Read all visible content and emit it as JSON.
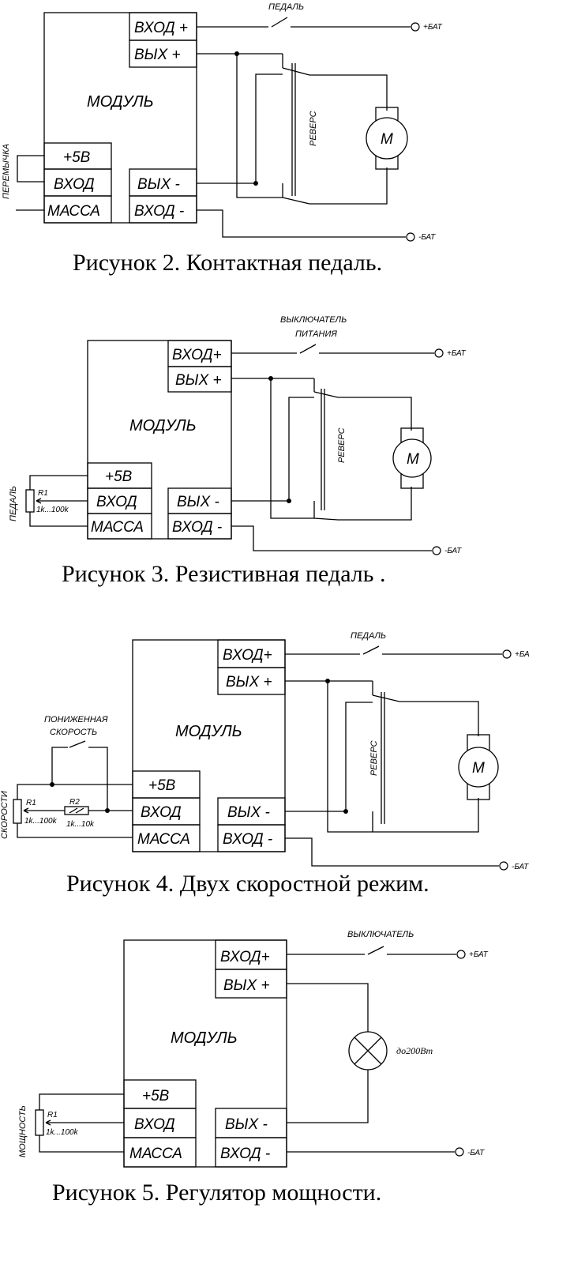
{
  "figures": [
    {
      "caption": "Рисунок 2. Контактная педаль.",
      "module": "МОДУЛЬ",
      "pins": {
        "in_plus": "ВХОД +",
        "out_plus": "ВЫХ +",
        "v5": "+5В",
        "in": "ВХОД",
        "gnd": "МАССА",
        "out_minus": "ВЫХ -",
        "in_minus": "ВХОД -"
      },
      "switch_label": "ПЕДАЛЬ",
      "bat_plus": "+БАТ",
      "bat_minus": "-БАТ",
      "reverse": "РЕВЕРС",
      "motor": "M",
      "jumper": "ПЕРЕМЫЧКА"
    },
    {
      "caption": "Рисунок 3. Резистивная педаль .",
      "module": "МОДУЛЬ",
      "pins": {
        "in_plus": "ВХОД+",
        "out_plus": "ВЫХ +",
        "v5": "+5В",
        "in": "ВХОД",
        "gnd": "МАССА",
        "out_minus": "ВЫХ -",
        "in_minus": "ВХОД -"
      },
      "switch_label_1": "ВЫКЛЮЧАТЕЛЬ",
      "switch_label_2": "ПИТАНИЯ",
      "bat_plus": "+БАТ",
      "bat_minus": "-БАТ",
      "reverse": "РЕВЕРС",
      "motor": "M",
      "pot_side": "ПЕДАЛЬ",
      "r1": "R1",
      "r1_val": "1k...100k"
    },
    {
      "caption": "Рисунок 4. Двух скоростной режим.",
      "module": "МОДУЛЬ",
      "pins": {
        "in_plus": "ВХОД+",
        "out_plus": "ВЫХ +",
        "v5": "+5В",
        "in": "ВХОД",
        "gnd": "МАССА",
        "out_minus": "ВЫХ -",
        "in_minus": "ВХОД -"
      },
      "switch_label": "ПЕДАЛЬ",
      "bat_plus": "+БА",
      "bat_minus": "-БАТ",
      "reverse": "РЕВЕРС",
      "motor": "M",
      "low_1": "ПОНИЖЕННАЯ",
      "low_2": "СКОРОСТЬ",
      "pot_side": "СКОРОСТИ",
      "r1": "R1",
      "r1_val": "1k...100k",
      "r2": "R2",
      "r2_val": "1k...10k"
    },
    {
      "caption": "Рисунок 5. Регулятор мощности.",
      "module": "МОДУЛЬ",
      "pins": {
        "in_plus": "ВХОД+",
        "out_plus": "ВЫХ +",
        "v5": "+5В",
        "in": "ВХОД",
        "gnd": "МАССА",
        "out_minus": "ВЫХ -",
        "in_minus": "ВХОД -"
      },
      "switch_label": "ВЫКЛЮЧАТЕЛЬ",
      "bat_plus": "+БАТ",
      "bat_minus": "-БАТ",
      "lamp": "до200Вт",
      "pot_side": "МОЩНОСТЬ",
      "r1": "R1",
      "r1_val": "1k...100k"
    }
  ]
}
